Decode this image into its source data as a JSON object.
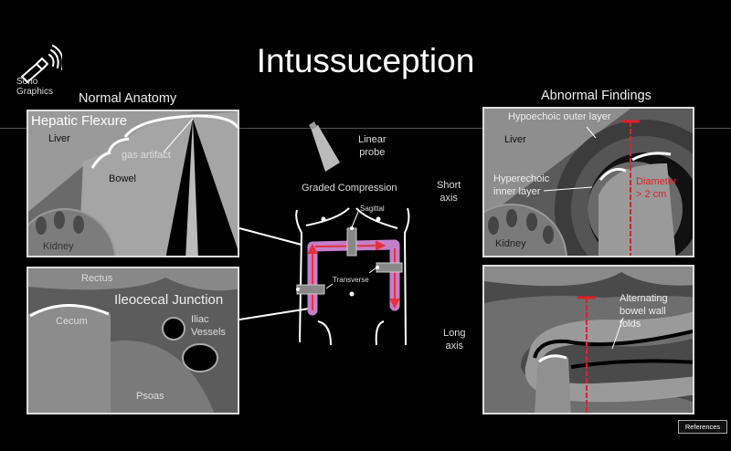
{
  "title": "Intussuception",
  "logo": {
    "line1": "Sono",
    "line2": "Graphics",
    "icon": "ultrasound-probe-icon"
  },
  "sections": {
    "normal": "Normal Anatomy",
    "abnormal": "Abnormal Findings"
  },
  "hepatic_panel": {
    "title": "Hepatic Flexure",
    "labels": {
      "liver": "Liver",
      "gas": "gas artifact",
      "bowel": "Bowel",
      "kidney": "Kidney"
    }
  },
  "ileocecal_panel": {
    "title": "Ileocecal Junction",
    "labels": {
      "rectus": "Rectus",
      "cecum": "Cecum",
      "iliac1": "Iliac",
      "iliac2": "Vessels",
      "psoas": "Psoas"
    }
  },
  "center": {
    "probe1": "Linear",
    "probe2": "probe",
    "compression": "Graded Compression",
    "sagittal": "Sagittal",
    "transverse": "Transverse"
  },
  "short_axis": {
    "side1": "Short",
    "side2": "axis",
    "labels": {
      "hypo": "Hypoechoic outer layer",
      "liver": "Liver",
      "hyper1": "Hyperechoic",
      "hyper2": "inner layer",
      "diam1": "Diameter",
      "diam2": "> 2 cm",
      "kidney": "Kidney"
    }
  },
  "long_axis": {
    "side1": "Long",
    "side2": "axis",
    "labels": {
      "alt1": "Alternating",
      "alt2": "bowel wall",
      "alt3": "folds"
    }
  },
  "references_button": "References",
  "colors": {
    "measure": "#e0202a",
    "colon": "#c47fc9",
    "arrow": "#e8303a"
  }
}
